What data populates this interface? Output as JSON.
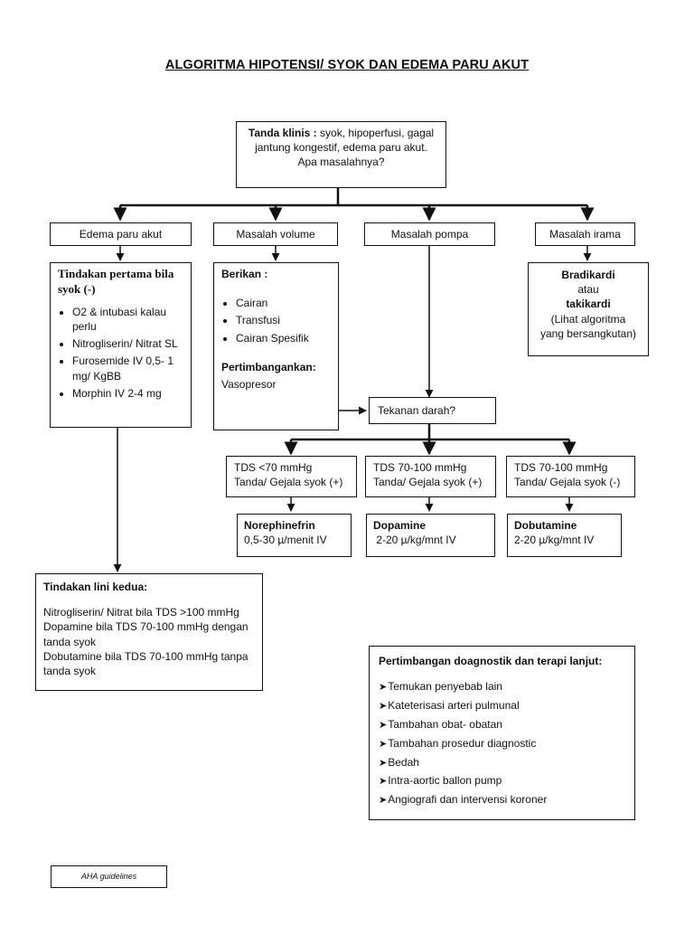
{
  "title": "ALGORITMA HIPOTENSI/ SYOK DAN EDEMA PARU AKUT",
  "top_box": {
    "line1_bold": "Tanda klinis :",
    "line1_rest": " syok, hipoperfusi, gagal",
    "line2": "jantung kongestif, edema paru akut.",
    "line3": "Apa masalahnya?"
  },
  "categories": {
    "edema": "Edema paru akut",
    "volume": "Masalah volume",
    "pompa": "Masalah pompa",
    "irama": "Masalah irama"
  },
  "edema_box": {
    "heading": "Tindakan pertama bila syok (-)",
    "items": [
      "O2 & intubasi kalau perlu",
      "Nitrogliserin/ Nitrat SL",
      "Furosemide IV 0,5- 1 mg/ KgBB",
      "Morphin IV 2-4 mg"
    ]
  },
  "volume_box": {
    "heading": "Berikan :",
    "items": [
      "Cairan",
      "Transfusi",
      "Cairan Spesifik"
    ],
    "consider_heading": "Pertimbangankan:",
    "consider_value": "Vasopresor"
  },
  "irama_box": {
    "line1": "Bradikardi",
    "line2": "atau",
    "line3": "takikardi",
    "line4": "(Lihat algoritma",
    "line5": "yang bersangkutan)"
  },
  "bp_box": "Tekanan darah?",
  "tds": [
    {
      "line1": "TDS <70 mmHg",
      "line2": "Tanda/ Gejala syok (+)"
    },
    {
      "line1": "TDS 70-100 mmHg",
      "line2": "Tanda/ Gejala syok (+)"
    },
    {
      "line1": "TDS 70-100 mmHg",
      "line2": "Tanda/ Gejala syok (-)"
    }
  ],
  "drugs": [
    {
      "name": "Norephinefrin",
      "dose": "0,5-30 µ/menit IV"
    },
    {
      "name": "Dopamine",
      "dose": " 2-20 µ/kg/mnt IV"
    },
    {
      "name": "Dobutamine",
      "dose": "2-20 µ/kg/mnt IV"
    }
  ],
  "second_line": {
    "heading": "Tindakan lini kedua:",
    "lines": [
      "Nitrogliserin/ Nitrat bila TDS >100 mmHg",
      "Dopamine bila TDS 70-100 mmHg dengan tanda syok",
      "Dobutamine bila TDS 70-100 mmHg tanpa tanda syok"
    ]
  },
  "diagnostic": {
    "heading": "Pertimbangan doagnostik dan terapi lanjut:",
    "items": [
      "Temukan penyebab lain",
      "Kateterisasi arteri pulmunal",
      "Tambahan obat- obatan",
      "Tambahan prosedur diagnostic",
      "Bedah",
      "Intra-aortic ballon pump",
      "Angiografi dan intervensi koroner"
    ]
  },
  "footer": "AHA guidelines",
  "colors": {
    "line": "#111111",
    "background": "#ffffff"
  }
}
